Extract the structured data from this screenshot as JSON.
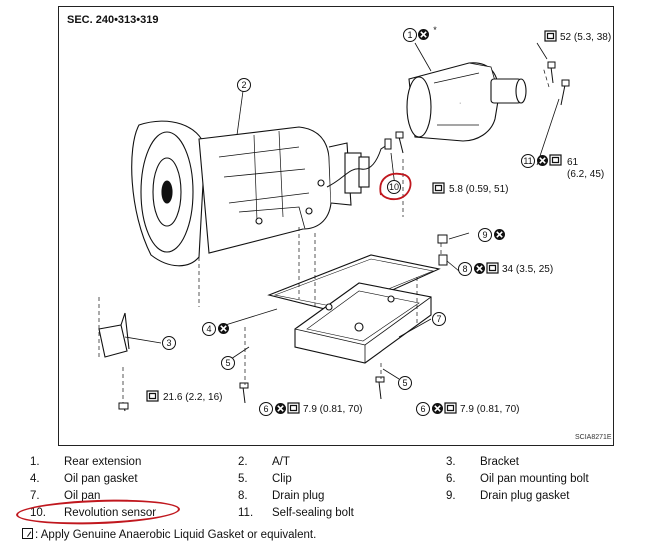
{
  "diagram": {
    "section_title": "SEC. 240•313•319",
    "figure_id": "SCIA8271E",
    "callouts": {
      "c1": "1",
      "c2": "2",
      "c3": "3",
      "c4": "4",
      "c5a": "5",
      "c5b": "5",
      "c6a": "6",
      "c6b": "6",
      "c7": "7",
      "c8": "8",
      "c9": "9",
      "c10": "10",
      "c11": "11",
      "asterisk": "*"
    },
    "torques": {
      "t_52": "52 (5.3, 38)",
      "t_61a": "61",
      "t_61b": "(6.2, 45)",
      "t_5_8": "5.8 (0.59, 51)",
      "t_34": "34 (3.5, 25)",
      "t_21_6": "21.6 (2.2, 16)",
      "t_7_9a": "7.9 (0.81, 70)",
      "t_7_9b": "7.9 (0.81, 70)"
    },
    "highlight_color": "#c0171e"
  },
  "legend": {
    "items": [
      {
        "num": "1.",
        "label": "Rear extension"
      },
      {
        "num": "2.",
        "label": "A/T"
      },
      {
        "num": "3.",
        "label": "Bracket"
      },
      {
        "num": "4.",
        "label": "Oil pan gasket"
      },
      {
        "num": "5.",
        "label": "Clip"
      },
      {
        "num": "6.",
        "label": "Oil pan mounting bolt"
      },
      {
        "num": "7.",
        "label": "Oil pan"
      },
      {
        "num": "8.",
        "label": "Drain plug"
      },
      {
        "num": "9.",
        "label": "Drain plug gasket"
      },
      {
        "num": "10.",
        "label": "Revolution sensor"
      },
      {
        "num": "11.",
        "label": "Self-sealing bolt"
      }
    ],
    "note": ": Apply Genuine Anaerobic Liquid Gasket or equivalent."
  }
}
